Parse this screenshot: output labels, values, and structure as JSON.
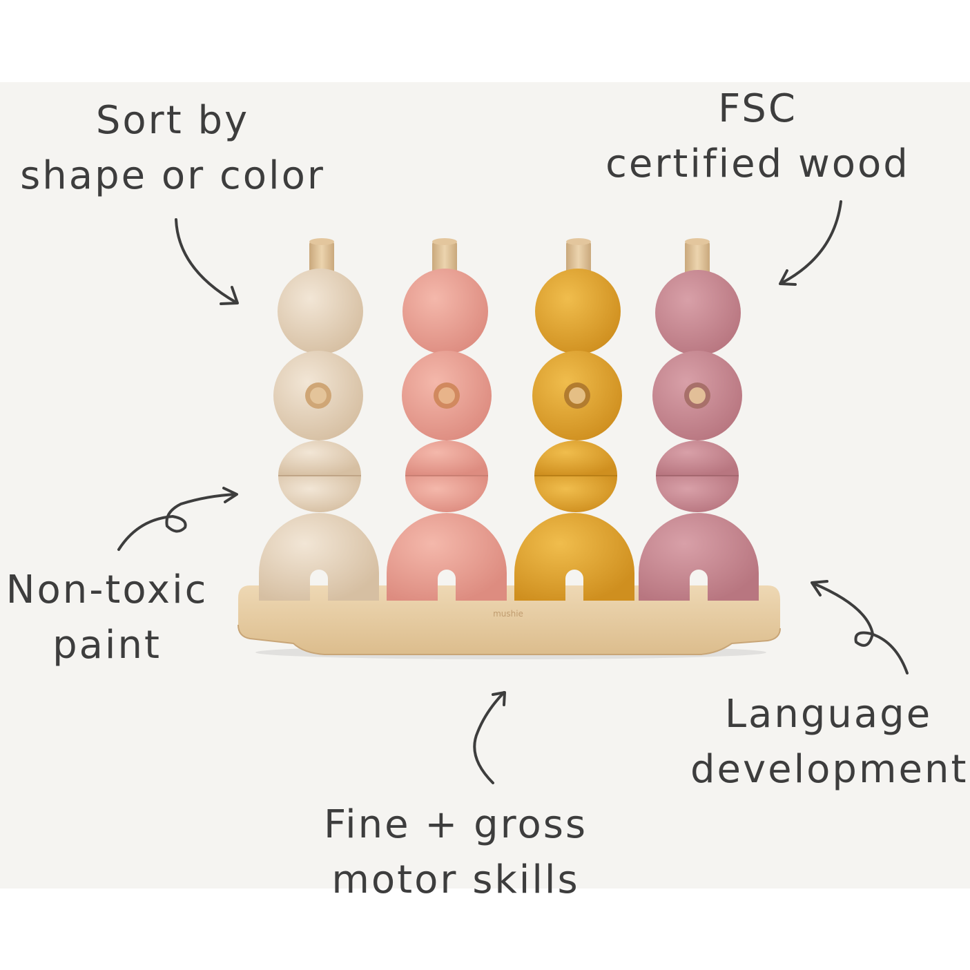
{
  "callouts": {
    "sort": {
      "line1": "Sort by",
      "line2": "shape or color"
    },
    "fsc": {
      "line1": "FSC",
      "line2": "certified wood"
    },
    "paint": {
      "line1": "Non-toxic",
      "line2": "paint"
    },
    "language": {
      "line1": "Language",
      "line2": "development"
    },
    "motor": {
      "line1": "Fine + gross",
      "line2": "motor skills"
    }
  },
  "product": {
    "brand_mark": "mushie",
    "colors": {
      "background": "#f5f4f1",
      "ink": "#3d3d3d",
      "wood": "#e8cfa6",
      "peg": "#dcc19a",
      "column_1": "#e6d3bc",
      "column_2": "#eaa093",
      "column_3": "#e2a535",
      "column_4": "#c98a93"
    }
  }
}
